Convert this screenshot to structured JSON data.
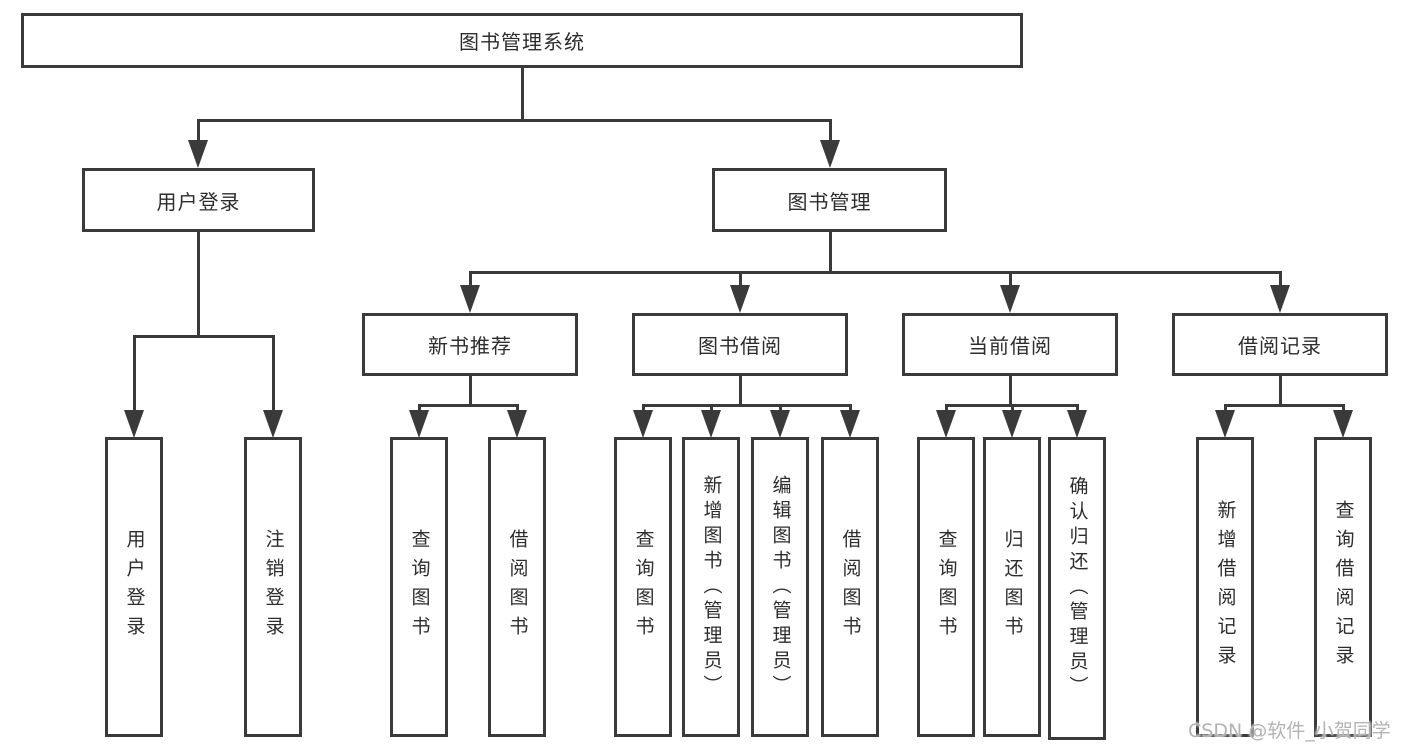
{
  "diagram": {
    "type": "tree",
    "root": {
      "label": "图书管理系统"
    },
    "level2": [
      {
        "label": "用户登录",
        "parent": "图书管理系统"
      },
      {
        "label": "图书管理",
        "parent": "图书管理系统"
      }
    ],
    "level3": [
      {
        "label": "新书推荐",
        "parent": "图书管理"
      },
      {
        "label": "图书借阅",
        "parent": "图书管理"
      },
      {
        "label": "当前借阅",
        "parent": "图书管理"
      },
      {
        "label": "借阅记录",
        "parent": "图书管理"
      }
    ],
    "leaves": [
      {
        "label": "用户登录",
        "parent": "用户登录"
      },
      {
        "label": "注销登录",
        "parent": "用户登录"
      },
      {
        "label": "查询图书",
        "parent": "新书推荐"
      },
      {
        "label": "借阅图书",
        "parent": "新书推荐"
      },
      {
        "label": "查询图书",
        "parent": "图书借阅"
      },
      {
        "label": "新增图书（管理员）",
        "parent": "图书借阅"
      },
      {
        "label": "编辑图书（管理员）",
        "parent": "图书借阅"
      },
      {
        "label": "借阅图书",
        "parent": "图书借阅"
      },
      {
        "label": "查询图书",
        "parent": "当前借阅"
      },
      {
        "label": "归还图书",
        "parent": "当前借阅"
      },
      {
        "label": "确认归还（管理员）",
        "parent": "当前借阅"
      },
      {
        "label": "新增借阅记录",
        "parent": "借阅记录"
      },
      {
        "label": "查询借阅记录",
        "parent": "借阅记录"
      }
    ]
  },
  "watermark": {
    "text": "CSDN @软件_小贺同学"
  },
  "colors": {
    "line": "#3a3a3a",
    "text": "#2d2d2d",
    "watermark": "#b3b3b3",
    "background": "#ffffff"
  }
}
